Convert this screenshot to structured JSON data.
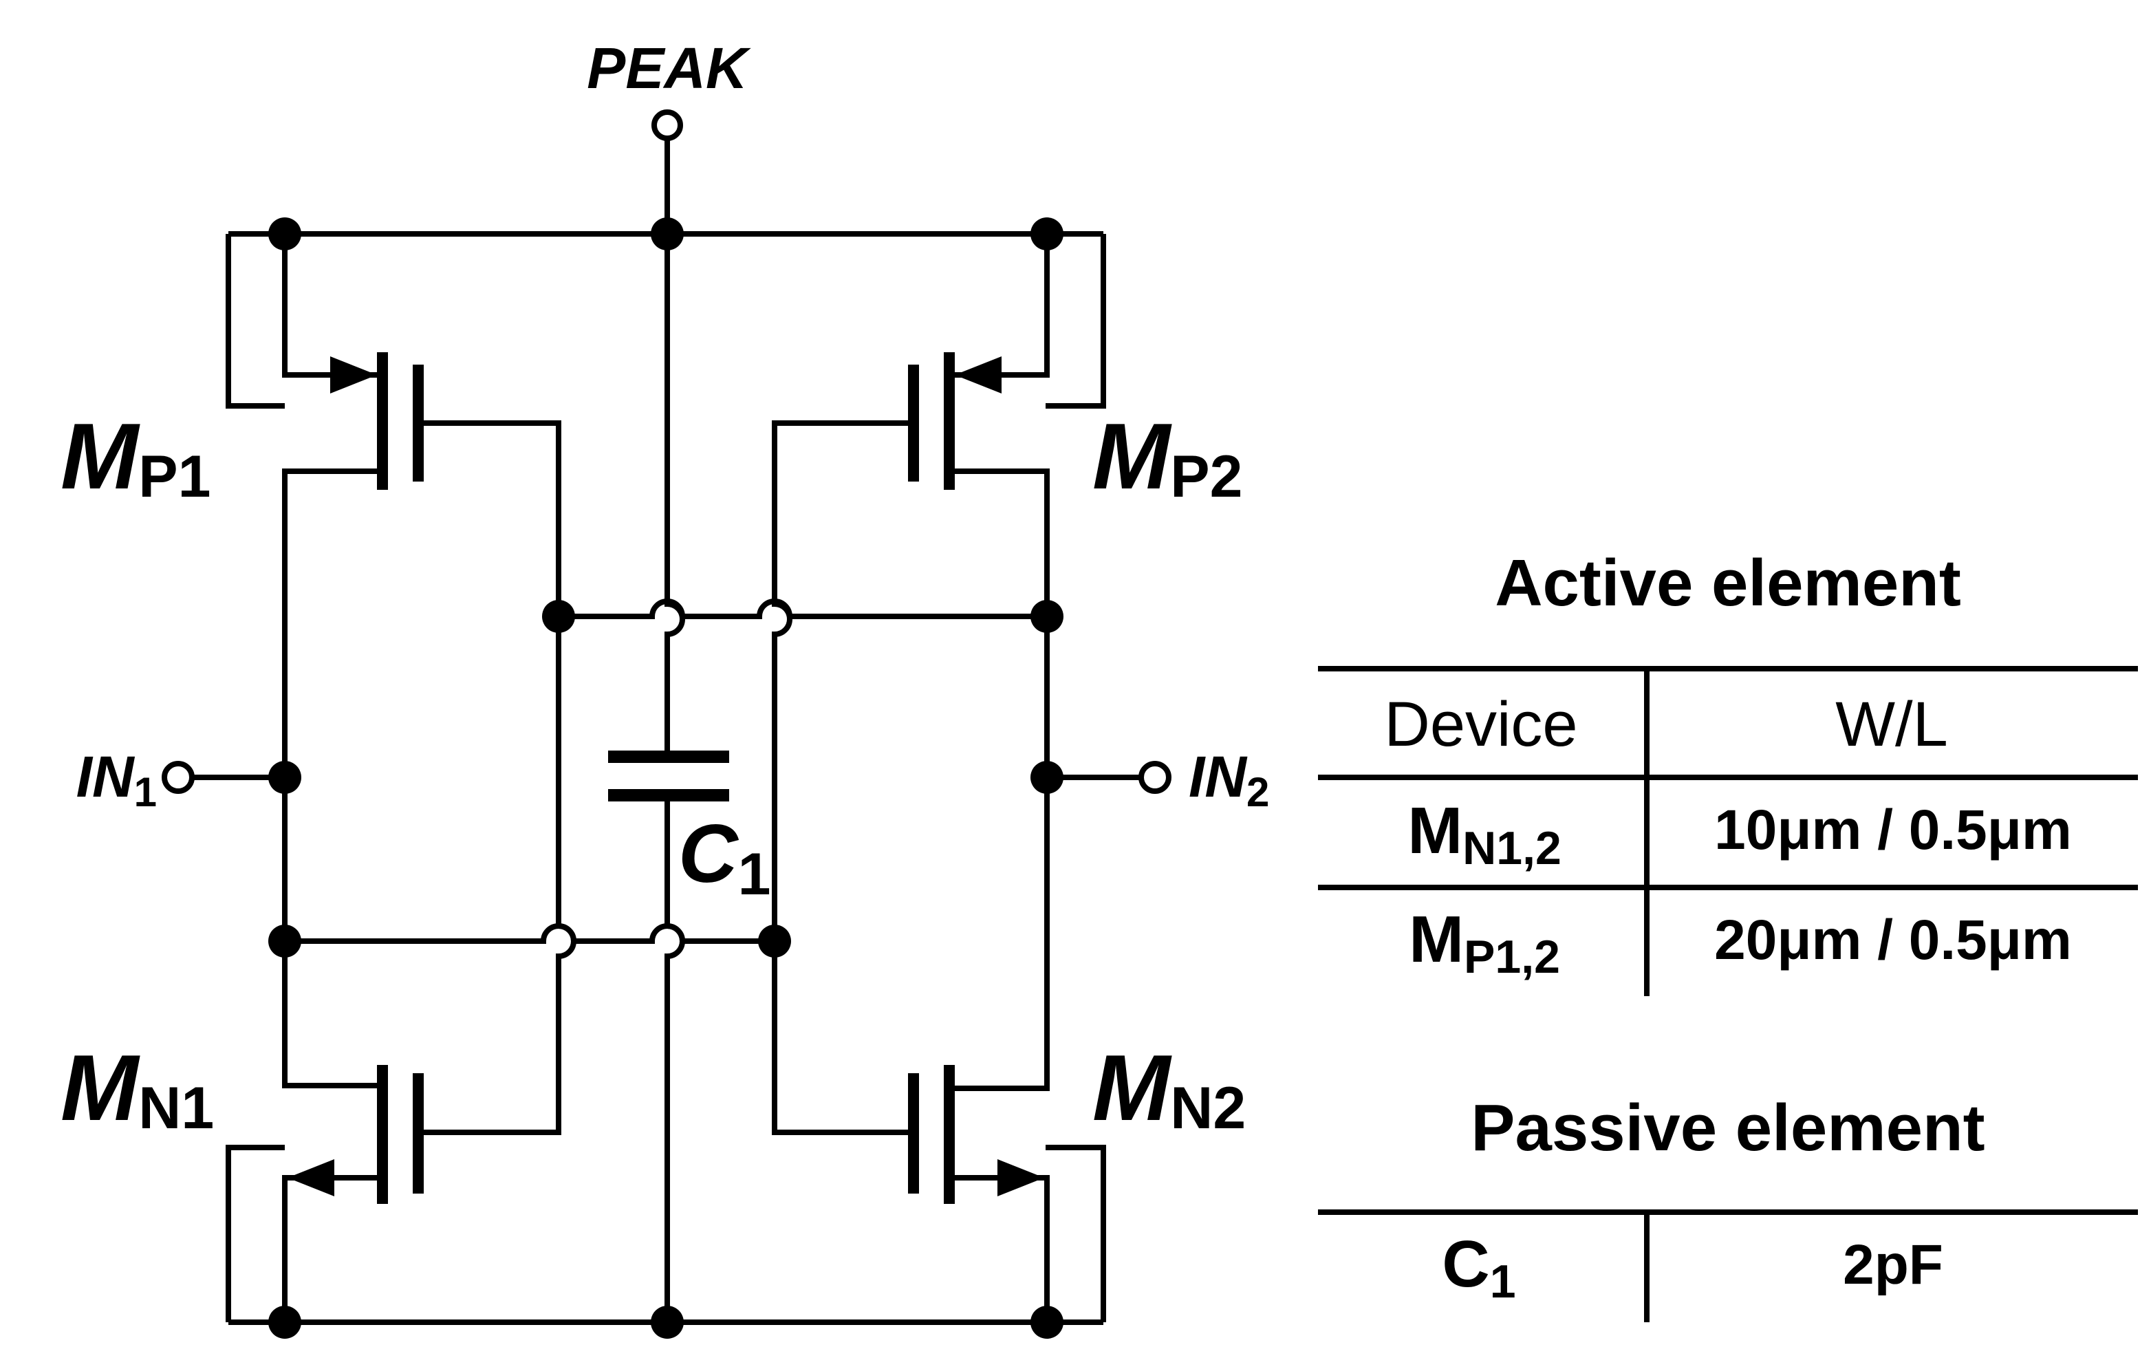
{
  "circuit": {
    "terminals": {
      "peak": "PEAK",
      "in1_base": "IN",
      "in1_sub": "1",
      "in2_base": "IN",
      "in2_sub": "2"
    },
    "transistors": {
      "mp1_base": "M",
      "mp1_sub": "P1",
      "mp2_base": "M",
      "mp2_sub": "P2",
      "mn1_base": "M",
      "mn1_sub": "N1",
      "mn2_base": "M",
      "mn2_sub": "N2"
    },
    "capacitor": {
      "base": "C",
      "sub": "1"
    }
  },
  "active_table": {
    "title": "Active element",
    "col_device": "Device",
    "col_wl": "W/L",
    "rows": [
      {
        "device_base": "M",
        "device_sub": "N1,2",
        "wl": "10μm / 0.5μm"
      },
      {
        "device_base": "M",
        "device_sub": "P1,2",
        "wl": "20μm / 0.5μm"
      }
    ]
  },
  "passive_table": {
    "title": "Passive element",
    "rows": [
      {
        "device_base": "C",
        "device_sub": "1",
        "value": "2pF"
      }
    ]
  },
  "colors": {
    "line": "#000000",
    "background": "#ffffff"
  }
}
